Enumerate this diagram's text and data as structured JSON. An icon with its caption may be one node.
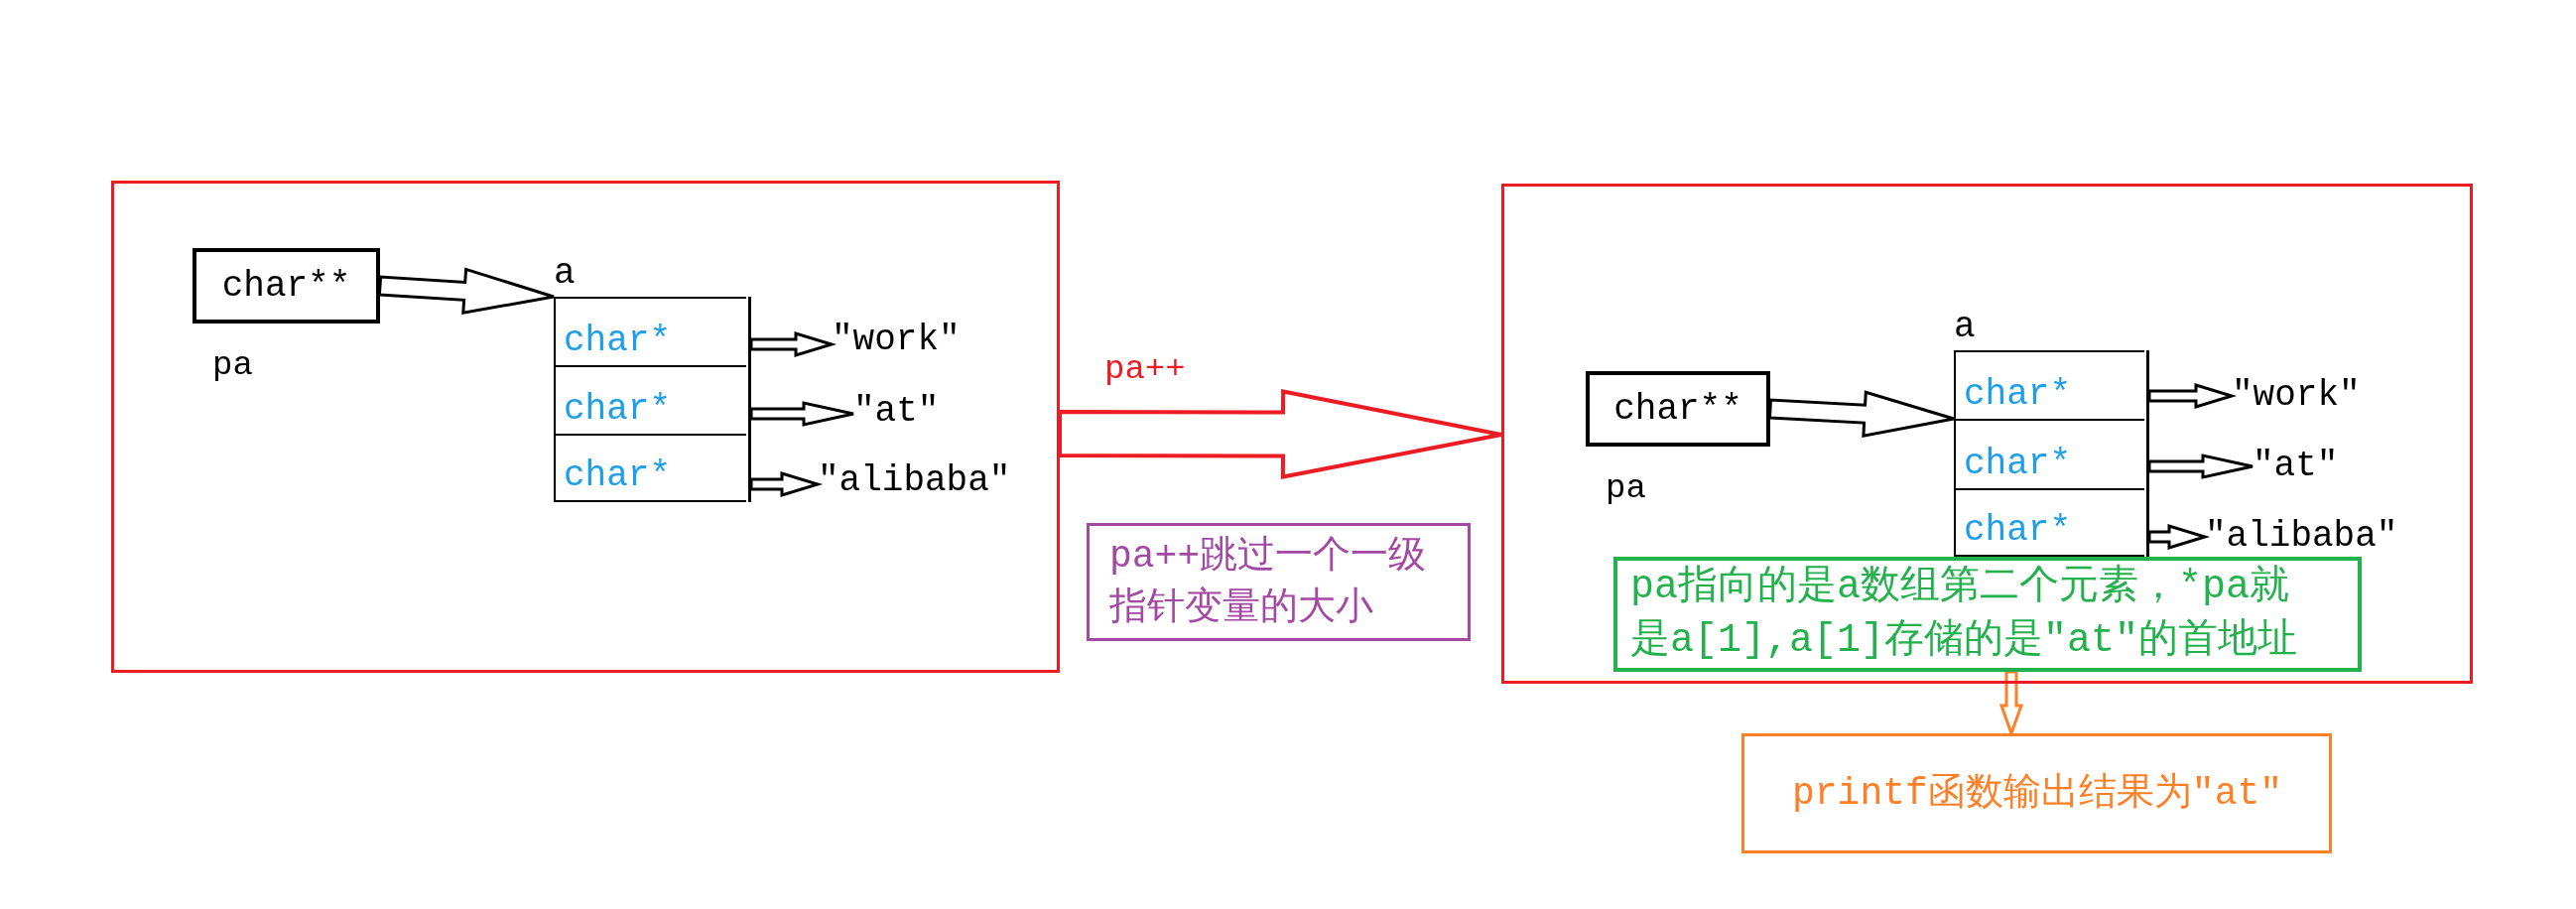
{
  "diagram": {
    "nodes": [
      {
        "text": [],
        "shape": "box"
      },
      {
        "text": [
          "char**"
        ],
        "in": 0,
        "beside": [
          "pa"
        ]
      },
      {
        "text": [
          "a"
        ],
        "in": 0
      },
      {
        "text": [
          "char*"
        ],
        "in": 2
      },
      {
        "text": [
          "char*"
        ],
        "in": 2
      },
      {
        "text": [
          "char*"
        ],
        "in": 2
      },
      {
        "text": [
          "\"work\""
        ],
        "in": 0
      },
      {
        "text": [
          "\"at\""
        ],
        "in": 0
      },
      {
        "text": [
          "\"alibaba\""
        ],
        "in": 0
      },
      {
        "text": [],
        "shape": "box"
      },
      {
        "text": [
          "char**"
        ],
        "in": 9,
        "beside": [
          "pa"
        ]
      },
      {
        "text": [
          "a"
        ],
        "in": 9
      },
      {
        "text": [
          "char*"
        ],
        "in": 11
      },
      {
        "text": [
          "char*"
        ],
        "in": 11
      },
      {
        "text": [
          "char*"
        ],
        "in": 11
      },
      {
        "text": [
          "\"work\""
        ],
        "in": 9
      },
      {
        "text": [
          "\"at\""
        ],
        "in": 9
      },
      {
        "text": [
          "\"alibaba\""
        ],
        "in": 9
      },
      {
        "text": [
          "pa指向的是a数组第二个元素，*pa就是a[1],a[1]存储的是\"at\"的首地址"
        ],
        "in": 9
      },
      {
        "text": [
          "pa++跳过一个一级指针变量的大小"
        ]
      },
      {
        "text": [
          "printf函数输出结果为\"at\""
        ]
      }
    ],
    "edges": [
      {
        "from": 1,
        "to": 2,
        "arrow": "to"
      },
      {
        "from": 3,
        "to": 6,
        "arrow": "to"
      },
      {
        "from": 4,
        "to": 7,
        "arrow": "to"
      },
      {
        "from": 5,
        "to": 8,
        "arrow": "to"
      },
      {
        "from": 0,
        "to": 9,
        "arrow": "to",
        "label": "pa++",
        "color": "#ed1c24"
      },
      {
        "from": 10,
        "to": 11,
        "arrow": "to"
      },
      {
        "from": 12,
        "to": 15,
        "arrow": "to"
      },
      {
        "from": 13,
        "to": 16,
        "arrow": "to"
      },
      {
        "from": 14,
        "to": 17,
        "arrow": "to"
      },
      {
        "from": 18,
        "to": 20,
        "arrow": "to",
        "color": "#ff7f27"
      }
    ]
  }
}
